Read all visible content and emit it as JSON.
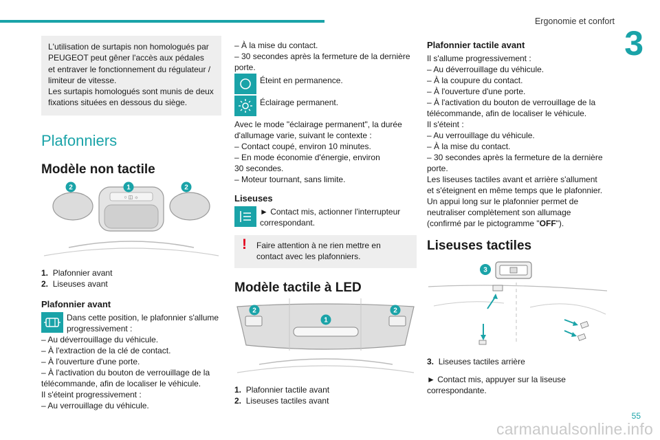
{
  "header": {
    "chapter_title": "Ergonomie et confort",
    "chapter_number": "3",
    "page_number": "55",
    "watermark": "carmanualsonline.info"
  },
  "colors": {
    "accent": "#1aa3a8",
    "warning": "#e2001a",
    "note_bg": "#eeeeee"
  },
  "col1": {
    "note_lines": [
      "L'utilisation de surtapis non homologués par",
      "PEUGEOT peut gêner l'accès aux pédales",
      "et entraver le fonctionnement du régulateur /",
      "limiteur de vitesse.",
      "Les surtapis homologués sont munis de deux",
      "fixations situées en dessous du siège."
    ],
    "section_title": "Plafonniers",
    "subsection_title": "Modèle non tactile",
    "badges": {
      "one": "1",
      "two": "2"
    },
    "legend": [
      {
        "num": "1.",
        "text": "Plafonnier avant"
      },
      {
        "num": "2.",
        "text": "Liseuses avant"
      }
    ],
    "plafonnier_heading": "Plafonnier avant",
    "icon_text_lines": [
      "Dans cette position, le plafonnier s'allume",
      "progressivement :"
    ],
    "icon_name": "door-dome-light-icon",
    "lines": [
      "– Au déverrouillage du véhicule.",
      "– À l'extraction de la clé de contact.",
      "– À l'ouverture d'une porte.",
      "– À l'activation du bouton de verrouillage de la",
      "télécommande, afin de localiser le véhicule.",
      "Il s'éteint progressivement :",
      "– Au verrouillage du véhicule."
    ]
  },
  "col2": {
    "lines_top": [
      "– À la mise du contact.",
      "– 30 secondes après la fermeture de la dernière",
      "porte."
    ],
    "icon_off": {
      "name": "ring-light-icon",
      "text": "Éteint en permanence."
    },
    "icon_on": {
      "name": "sun-light-icon",
      "text": "Éclairage permanent."
    },
    "lines_mid": [
      "Avec le mode \"éclairage permanent\", la durée",
      "d'allumage varie, suivant le contexte :",
      "– Contact coupé, environ 10 minutes.",
      "– En mode économie d'énergie, environ",
      "30 secondes.",
      "– Moteur tournant, sans limite."
    ],
    "liseuses_heading": "Liseuses",
    "liseuse_icon_name": "reading-light-icon",
    "liseuse_text_lines": [
      "► Contact mis, actionner l'interrupteur",
      "correspondant."
    ],
    "warning_mark": "!",
    "warning_lines": [
      "Faire attention à ne rien mettre en",
      "contact avec les plafonniers."
    ],
    "led_title": "Modèle tactile à LED",
    "badges": {
      "one": "1",
      "two": "2"
    },
    "legend": [
      {
        "num": "1.",
        "text": "Plafonnier tactile avant"
      },
      {
        "num": "2.",
        "text": "Liseuses tactiles avant"
      }
    ]
  },
  "col3": {
    "heading": "Plafonnier tactile avant",
    "lines": [
      "Il s'allume progressivement :",
      "– Au déverrouillage du véhicule.",
      "– À la coupure du contact.",
      "– À l'ouverture d'une porte.",
      "– À l'activation du bouton de verrouillage de la",
      "télécommande, afin de localiser le véhicule.",
      "Il s'éteint :",
      "– Au verrouillage du véhicule.",
      "– À la mise du contact.",
      "– 30 secondes après la fermeture de la dernière",
      "porte.",
      "Les liseuses tactiles avant et arrière s'allument",
      "et s'éteignent en même temps que le plafonnier.",
      "Un appui long sur le plafonnier permet de",
      "neutraliser complètement son allumage"
    ],
    "last_line_pre": "(confirmé par le pictogramme \"",
    "last_line_bold": "OFF",
    "last_line_post": "\").",
    "liseuses_title": "Liseuses tactiles",
    "badge": "3",
    "legend": {
      "num": "3.",
      "text": "Liseuses tactiles arrière"
    },
    "final_lines": [
      "► Contact mis, appuyer sur la liseuse",
      "correspondante."
    ]
  }
}
